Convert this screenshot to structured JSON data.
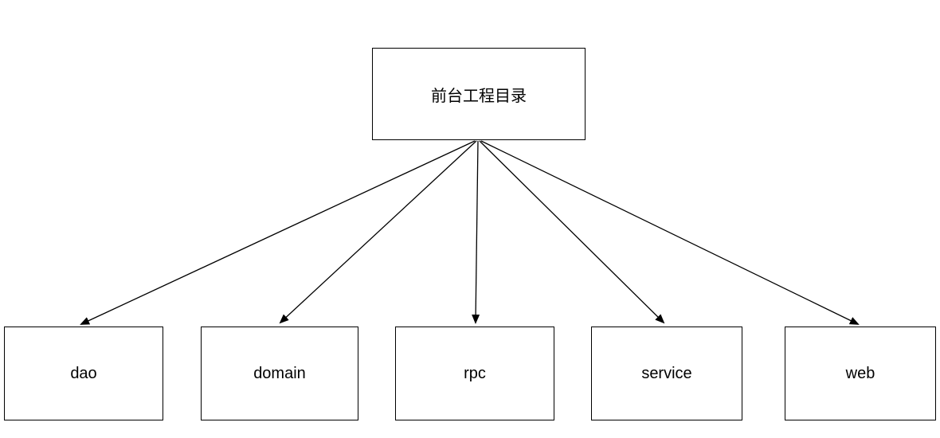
{
  "diagram": {
    "type": "tree",
    "root": {
      "label": "前台工程目录"
    },
    "children": [
      {
        "label": "dao"
      },
      {
        "label": "domain"
      },
      {
        "label": "rpc"
      },
      {
        "label": "service"
      },
      {
        "label": "web"
      }
    ],
    "edges": [
      {
        "from": "前台工程目录",
        "to": "dao"
      },
      {
        "from": "前台工程目录",
        "to": "domain"
      },
      {
        "from": "前台工程目录",
        "to": "rpc"
      },
      {
        "from": "前台工程目录",
        "to": "service"
      },
      {
        "from": "前台工程目录",
        "to": "web"
      }
    ],
    "colors": {
      "stroke": "#000000",
      "fill": "#ffffff",
      "text": "#000000"
    }
  }
}
